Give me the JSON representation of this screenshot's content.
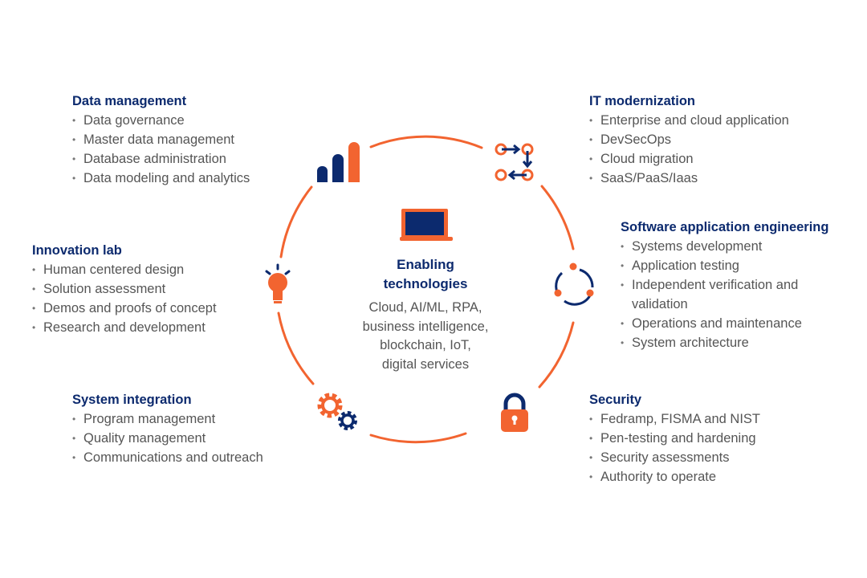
{
  "center": {
    "title_line1": "Enabling",
    "title_line2": "technologies",
    "desc": [
      "Cloud, AI/ML, RPA,",
      "business intelligence,",
      "blockchain, IoT,",
      "digital services"
    ]
  },
  "sections": [
    {
      "title": "Data management",
      "items": [
        "Data governance",
        "Master data management",
        "Database administration",
        "Data modeling and analytics"
      ]
    },
    {
      "title": "IT modernization",
      "items": [
        "Enterprise and cloud application",
        "DevSecOps",
        "Cloud migration",
        "SaaS/PaaS/Iaas"
      ]
    },
    {
      "title": "Software application engineering",
      "items": [
        "Systems development",
        "Application testing",
        "Independent verification and validation",
        "Operations and maintenance",
        "System architecture"
      ]
    },
    {
      "title": "Security",
      "items": [
        "Fedramp, FISMA and NIST",
        "Pen-testing and hardening",
        "Security assessments",
        "Authority to operate"
      ]
    },
    {
      "title": "System integration",
      "items": [
        "Program management",
        "Quality management",
        "Communications and outreach"
      ]
    },
    {
      "title": "Innovation lab",
      "items": [
        "Human centered design",
        "Solution assessment",
        "Demos and proofs of concept",
        "Research and development"
      ]
    }
  ],
  "colors": {
    "orange": "#f26430",
    "navy": "#0c2a6e",
    "text": "#555555"
  }
}
